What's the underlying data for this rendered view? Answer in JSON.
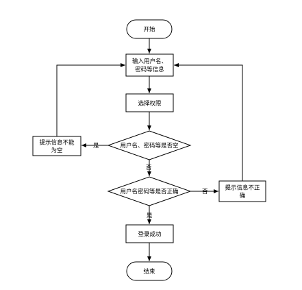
{
  "diagram": {
    "nodes": {
      "start": {
        "shape": "terminal",
        "lines": [
          "开始"
        ]
      },
      "input": {
        "shape": "process",
        "lines": [
          "输入用户名、",
          "密码等信息"
        ]
      },
      "select": {
        "shape": "process",
        "lines": [
          "选择权限"
        ]
      },
      "check_empty": {
        "shape": "decision",
        "lines": [
          "用户名、密码等是否空"
        ]
      },
      "msg_empty": {
        "shape": "process",
        "lines": [
          "提示信息不能",
          "为空"
        ]
      },
      "check_valid": {
        "shape": "decision",
        "lines": [
          "用户名密码等是否正确"
        ]
      },
      "msg_invalid": {
        "shape": "process",
        "lines": [
          "提示信息不正",
          "确"
        ]
      },
      "login_ok": {
        "shape": "process",
        "lines": [
          "登录成功"
        ]
      },
      "end": {
        "shape": "terminal",
        "lines": [
          "结束"
        ]
      }
    },
    "edge_labels": {
      "empty_yes": "是",
      "empty_no": "否",
      "valid_no": "否",
      "valid_yes": "是"
    }
  }
}
